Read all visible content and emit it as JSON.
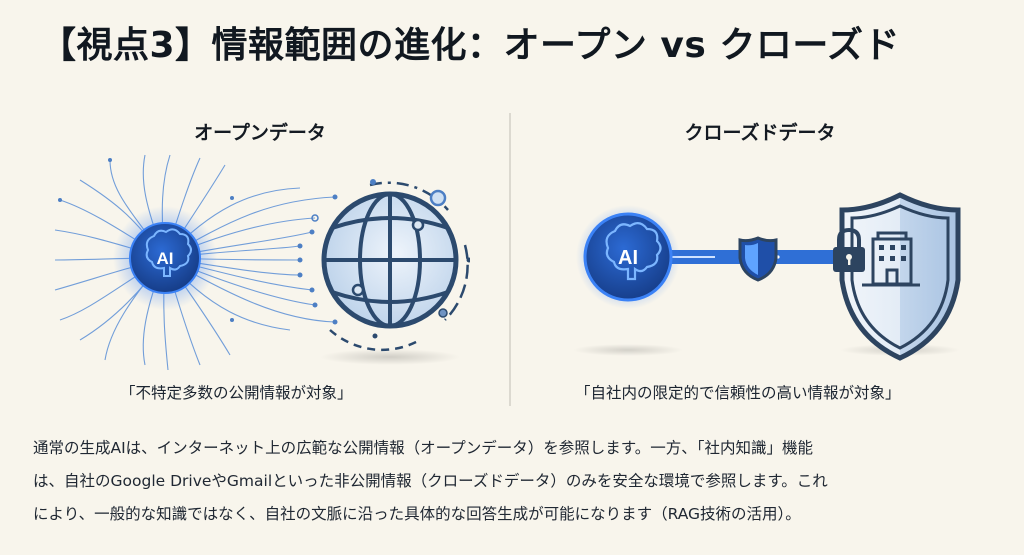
{
  "title": "【視点3】情報範囲の進化：オープン vs クローズド",
  "panels": {
    "open": {
      "heading": "オープンデータ",
      "ai_label": "AI",
      "icons": [
        "ai-brain-icon",
        "globe-icon",
        "network-lines"
      ],
      "caption": "「不特定多数の公開情報が対象」"
    },
    "closed": {
      "heading": "クローズドデータ",
      "ai_label": "AI",
      "icons": [
        "ai-brain-icon",
        "shield-icon",
        "lock-icon",
        "building-icon",
        "secure-channel"
      ],
      "caption": "「自社内の限定的で信頼性の高い情報が対象」"
    }
  },
  "description": {
    "lines": [
      "通常の生成AIは、インターネット上の広範な公開情報（オープンデータ）を参照します。一方、「社内知識」機能",
      "は、自社のGoogle DriveやGmailといった非公開情報（クローズドデータ）のみを安全な環境で参照します。これ",
      "により、一般的な知識ではなく、自社の文脈に沿った具体的な回答生成が可能になります（RAG技術の活用）。"
    ]
  },
  "colors": {
    "background": "#f8f5ec",
    "ai_blue": "#1f4fa8",
    "ai_glow": "#3b82f6",
    "line_blue": "#5b8fd6",
    "globe_stroke": "#2c4a6e",
    "globe_fill": "#d6e4f3",
    "channel_blue": "#2f6fd6",
    "shield_stroke": "#2d4460",
    "divider": "#dcd9d0"
  }
}
